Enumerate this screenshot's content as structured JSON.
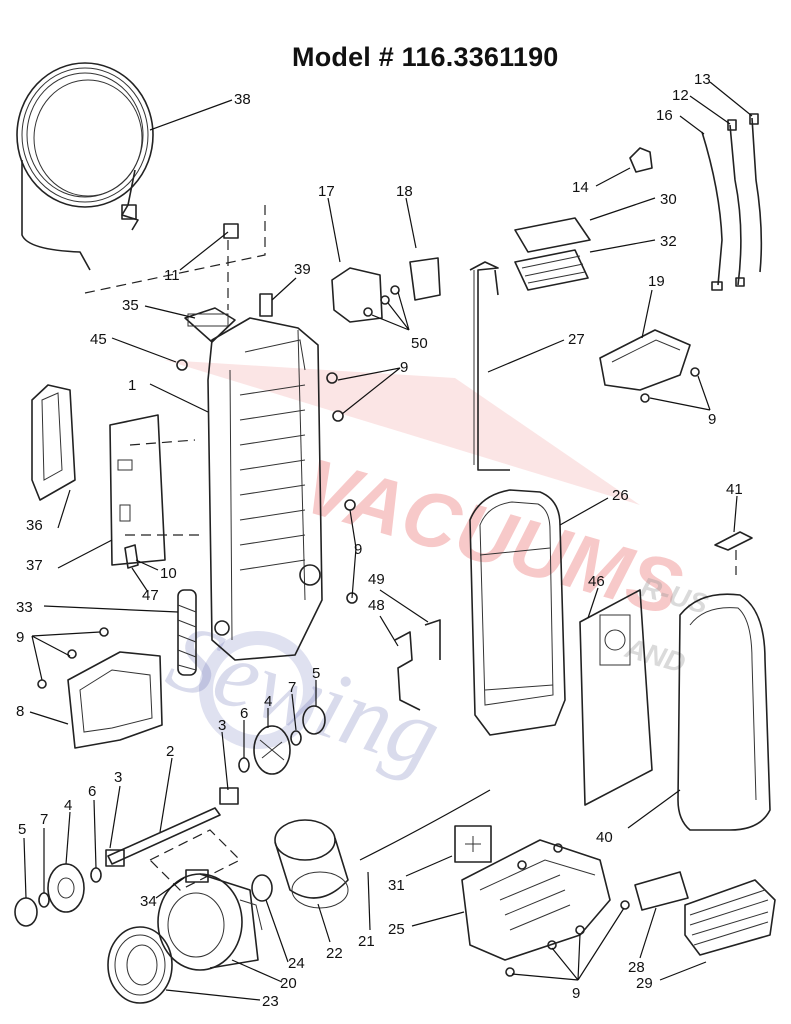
{
  "title": "Model # 116.3361190",
  "watermark": {
    "line1": "VACUUMS",
    "line2": "Sewing",
    "line3": "R-US",
    "line4": "AND"
  },
  "callouts": [
    {
      "id": "c38",
      "text": "38"
    },
    {
      "id": "c11",
      "text": "11"
    },
    {
      "id": "c39",
      "text": "39"
    },
    {
      "id": "c17",
      "text": "17"
    },
    {
      "id": "c18",
      "text": "18"
    },
    {
      "id": "c50",
      "text": "50"
    },
    {
      "id": "c35",
      "text": "35"
    },
    {
      "id": "c45",
      "text": "45"
    },
    {
      "id": "c9a",
      "text": "9"
    },
    {
      "id": "c1",
      "text": "1"
    },
    {
      "id": "c36",
      "text": "36"
    },
    {
      "id": "c37",
      "text": "37"
    },
    {
      "id": "c10",
      "text": "10"
    },
    {
      "id": "c47",
      "text": "47"
    },
    {
      "id": "c33",
      "text": "33"
    },
    {
      "id": "c9b",
      "text": "9"
    },
    {
      "id": "c8",
      "text": "8"
    },
    {
      "id": "c9c",
      "text": "9"
    },
    {
      "id": "c49",
      "text": "49"
    },
    {
      "id": "c48",
      "text": "48"
    },
    {
      "id": "c13",
      "text": "13"
    },
    {
      "id": "c12",
      "text": "12"
    },
    {
      "id": "c16",
      "text": "16"
    },
    {
      "id": "c14",
      "text": "14"
    },
    {
      "id": "c30",
      "text": "30"
    },
    {
      "id": "c32",
      "text": "32"
    },
    {
      "id": "c19",
      "text": "19"
    },
    {
      "id": "c27",
      "text": "27"
    },
    {
      "id": "c9d",
      "text": "9"
    },
    {
      "id": "c26",
      "text": "26"
    },
    {
      "id": "c41",
      "text": "41"
    },
    {
      "id": "c46",
      "text": "46"
    },
    {
      "id": "c40",
      "text": "40"
    },
    {
      "id": "c5a",
      "text": "5"
    },
    {
      "id": "c7a",
      "text": "7"
    },
    {
      "id": "c4a",
      "text": "4"
    },
    {
      "id": "c6a",
      "text": "6"
    },
    {
      "id": "c3a",
      "text": "3"
    },
    {
      "id": "c2",
      "text": "2"
    },
    {
      "id": "c3b",
      "text": "3"
    },
    {
      "id": "c6b",
      "text": "6"
    },
    {
      "id": "c4b",
      "text": "4"
    },
    {
      "id": "c7b",
      "text": "7"
    },
    {
      "id": "c5b",
      "text": "5"
    },
    {
      "id": "c34",
      "text": "34"
    },
    {
      "id": "c20",
      "text": "20"
    },
    {
      "id": "c23",
      "text": "23"
    },
    {
      "id": "c24",
      "text": "24"
    },
    {
      "id": "c22",
      "text": "22"
    },
    {
      "id": "c21",
      "text": "21"
    },
    {
      "id": "c31",
      "text": "31"
    },
    {
      "id": "c25",
      "text": "25"
    },
    {
      "id": "c9e",
      "text": "9"
    },
    {
      "id": "c28",
      "text": "28"
    },
    {
      "id": "c29",
      "text": "29"
    }
  ]
}
